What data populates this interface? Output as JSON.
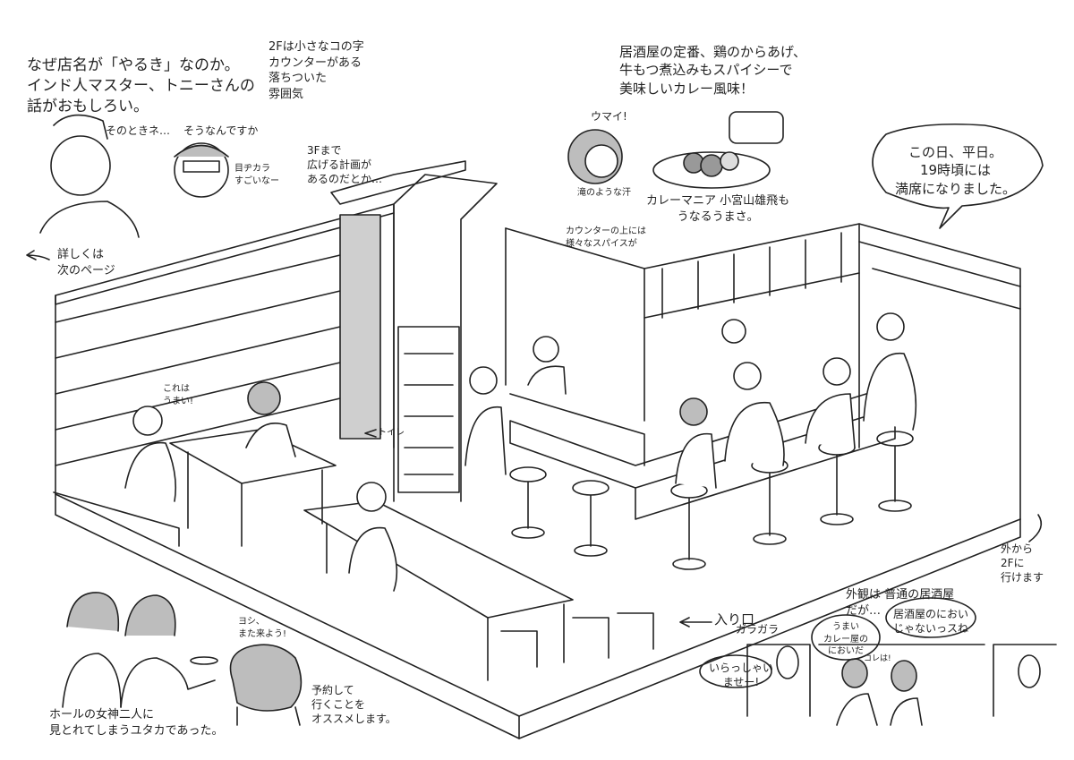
{
  "intro": {
    "text": "なぜ店名が「やるき」なのか。\nインド人マスター、トニーさんの\n話がおもしろい。"
  },
  "master_speech": "そのときネ…",
  "listener_speech": "そうなんですか",
  "eye_note": "目ヂカラ\nすごいなー",
  "second_floor_note": "2Fは小さなコの字\nカウンターがある\n落ちついた\n雰囲気",
  "third_floor_note": "3Fまで\n広げる計画が\nあるのだとか…",
  "food_note": "居酒屋の定番、鶏のからあげ、\n牛もつ煮込みもスパイシーで\n美味しいカレー風味！",
  "umai": "ウマイ!",
  "sweat_note": "滝のような汗",
  "curry_mania_note": "カレーマニア 小宮山雄飛も\nうなるうまさ。",
  "spice_note": "カウンターの上には\n様々なスパイスが",
  "full_house_bubble": "この日、平日。\n19時頃には\n満席になりました。",
  "next_page_note": "詳しくは\n次のページ",
  "kore_umai": "これは\nうまい!",
  "toilet_label": "トイレ",
  "entrance_label": "入り口",
  "exterior_note": "外観は 普通の居酒屋\nだが…",
  "door_sound": "ガラガラ",
  "welcome_bubble": "いらっしゃい\nませー!",
  "curry_smell_bubble": "うまい\nカレー屋の\nにおいだ",
  "izakaya_smell_bubble": "居酒屋のにおい\nじゃないっスね",
  "kore_wa": "コレは!",
  "outside_stairs_note": "外から\n2Fに\n行けます",
  "goddess_note": "ホールの女神二人に\n見とれてしまうユタカであった。",
  "come_again": "ヨシ、\nまた来よう!",
  "reserve_note": "予約して\n行くことを\nオススメします。",
  "colors": {
    "line": "#222222",
    "tone": "#bdbdbd",
    "paper": "#ffffff"
  }
}
